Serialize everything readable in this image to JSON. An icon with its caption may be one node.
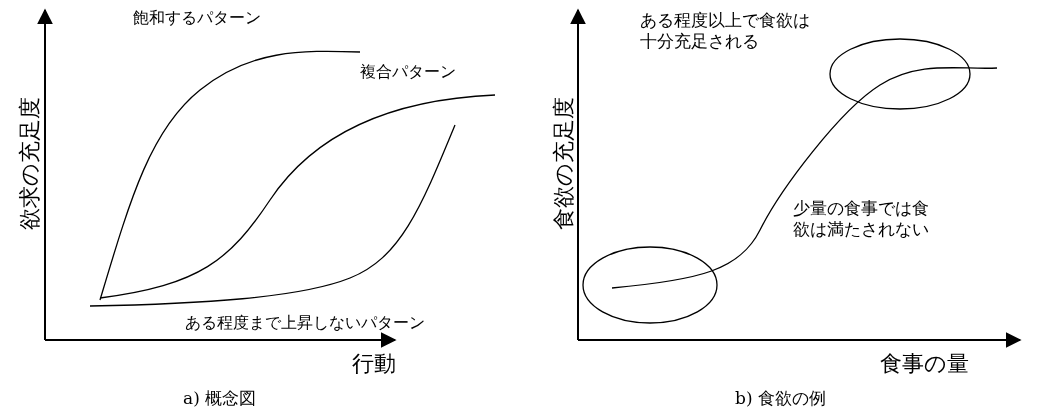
{
  "diagram": {
    "nodes": [
      {
        "text": [],
        "shape": "ellipse"
      },
      {
        "text": [],
        "shape": "ellipse"
      }
    ],
    "labels": [
      "欲求の充足度",
      "飽和するパターン",
      "複合パターン",
      "ある程度まで上昇しないパターン",
      "行動",
      "a) 概念図",
      "食欲の充足度",
      "ある程度以上で食欲は十分充足される",
      "少量の食事では食欲は満たされない",
      "食事の量",
      "b) 食欲の例"
    ]
  }
}
